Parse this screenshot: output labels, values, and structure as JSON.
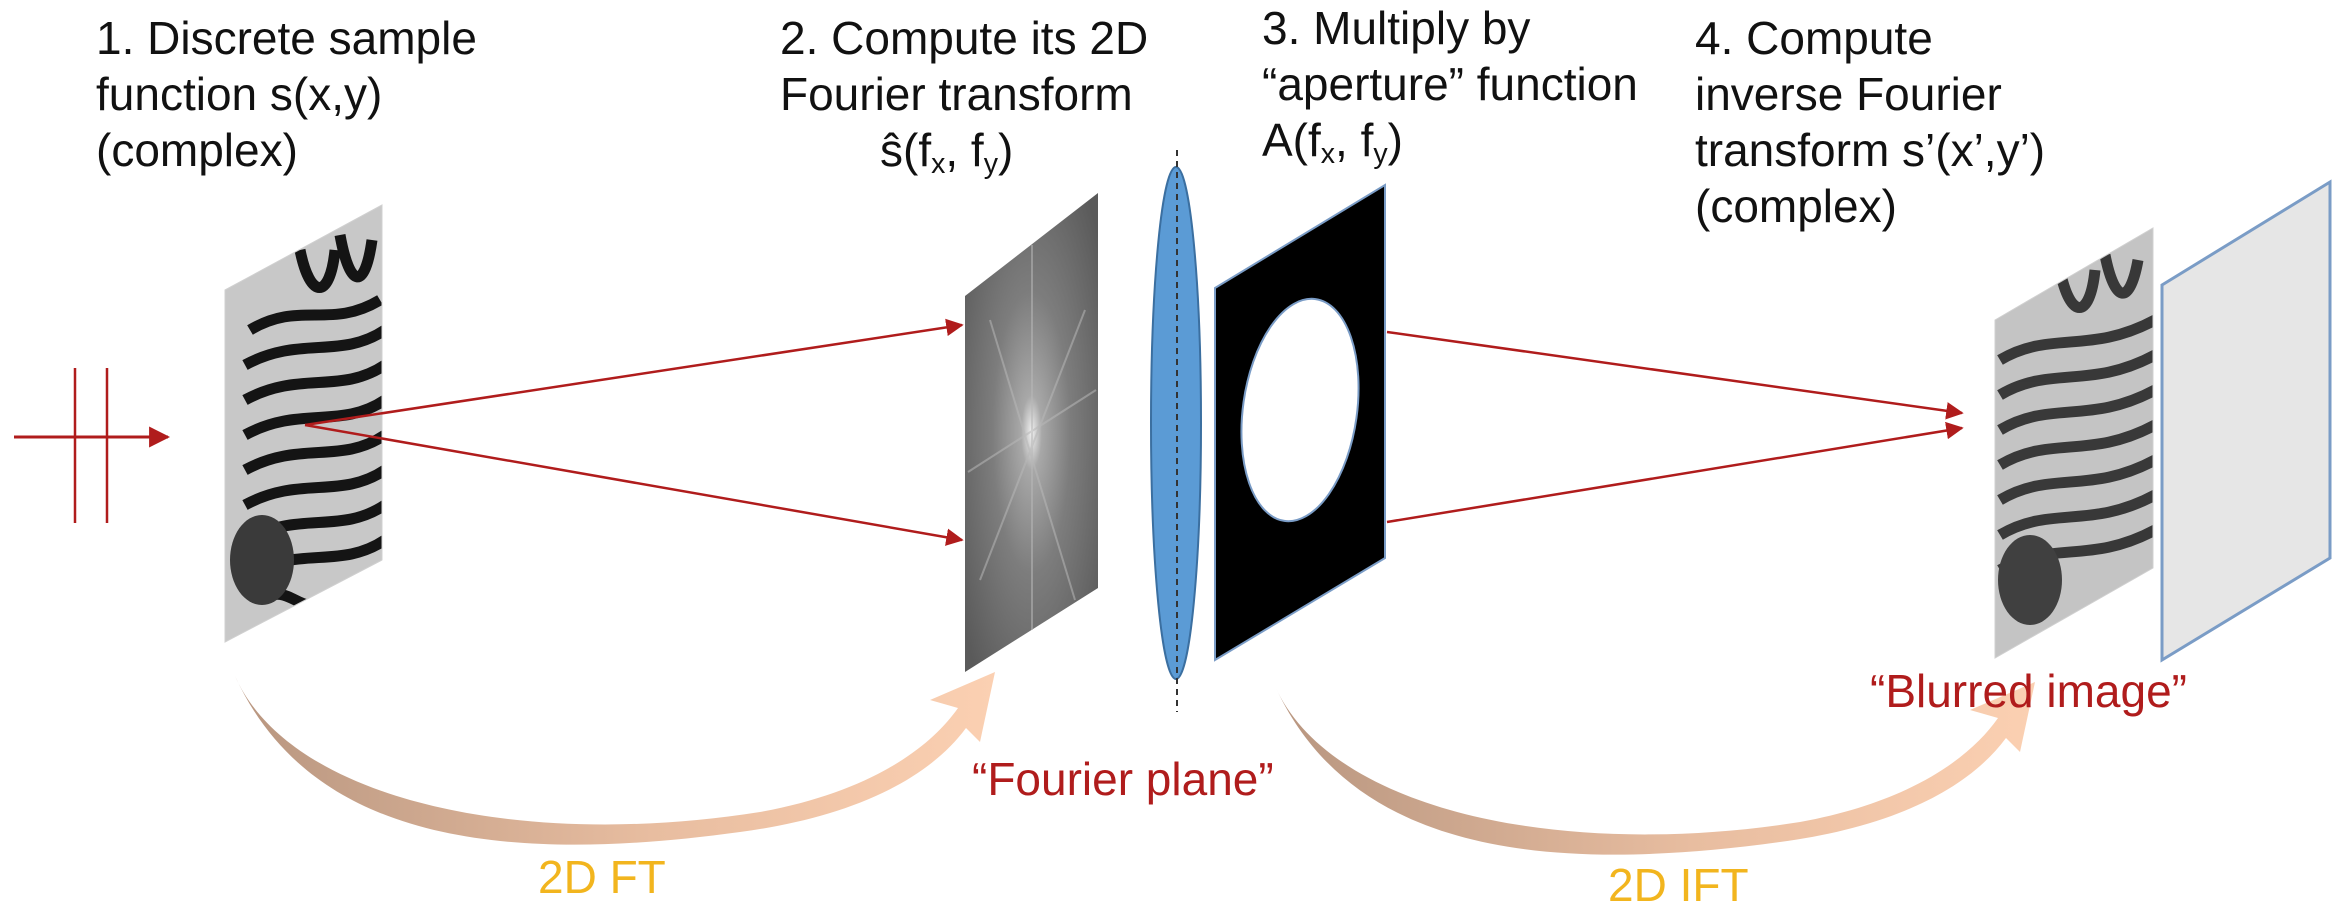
{
  "steps": [
    {
      "lines": [
        "1. Discrete sample",
        "function s(x,y)",
        "(complex)"
      ]
    },
    {
      "lines": [
        "2. Compute its 2D",
        "Fourier transform"
      ],
      "symbol": "ŝ(f",
      "sub1": "x",
      "mid": ", f",
      "sub2": "y",
      "end": ")"
    },
    {
      "lines": [
        "3. Multiply by",
        "“aperture” function"
      ],
      "symbol": "A(f",
      "sub1": "x",
      "mid": ", f",
      "sub2": "y",
      "end": ")"
    },
    {
      "lines": [
        "4. Compute",
        "inverse Fourier",
        "transform s’(x’,y’)",
        "(complex)"
      ]
    }
  ],
  "annotations": {
    "fourier_plane": "“Fourier plane”",
    "blurred_image": "“Blurred image”",
    "ft": "2D FT",
    "ift": "2D IFT"
  },
  "colors": {
    "ray": "#b01c1c",
    "lens": "#5b9bd5",
    "aperture": "#000000",
    "screen": "#e6e6e6",
    "screen_edge": "#7a9cc6",
    "arc_dark": "#bf9a82",
    "arc_light": "#f8c8a8",
    "yellow": "#f2b51e"
  },
  "icons": [
    "zebra-image",
    "fourier-spectrum",
    "lens",
    "aperture-mask",
    "zebra-image-blurred",
    "detector-screen"
  ]
}
